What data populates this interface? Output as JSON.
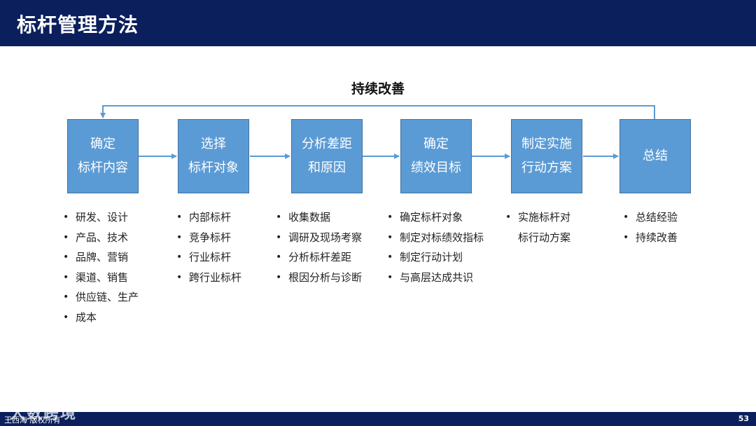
{
  "header": {
    "title": "标杆管理方法"
  },
  "loop_label": "持续改善",
  "steps": [
    {
      "line1": "确定",
      "line2": "标杆内容",
      "items": [
        "研发、设计",
        "产品、技术",
        "品牌、营销",
        "渠道、销售",
        "供应链、生产",
        "成本"
      ]
    },
    {
      "line1": "选择",
      "line2": "标杆对象",
      "items": [
        "内部标杆",
        "竞争标杆",
        "行业标杆",
        "跨行业标杆"
      ]
    },
    {
      "line1": "分析差距",
      "line2": "和原因",
      "items": [
        "收集数据",
        "调研及现场考察",
        "分析标杆差距",
        "根因分析与诊断"
      ]
    },
    {
      "line1": "确定",
      "line2": "绩效目标",
      "items": [
        "确定标杆对象",
        "制定对标绩效指标",
        "制定行动计划",
        "与高层达成共识"
      ]
    },
    {
      "line1": "制定实施",
      "line2": "行动方案",
      "items": [
        "实施标杆对",
        "标行动方案"
      ]
    },
    {
      "line1": "总结",
      "line2": "",
      "items": [
        "总结经验",
        "持续改善"
      ]
    }
  ],
  "footer": {
    "left_text": "王西海 版权所有",
    "page_number": "53"
  },
  "watermark": "大数跨境",
  "colors": {
    "navy": "#0a1f5c",
    "box": "#5b9bd5",
    "arrow": "#5b9bd5"
  }
}
